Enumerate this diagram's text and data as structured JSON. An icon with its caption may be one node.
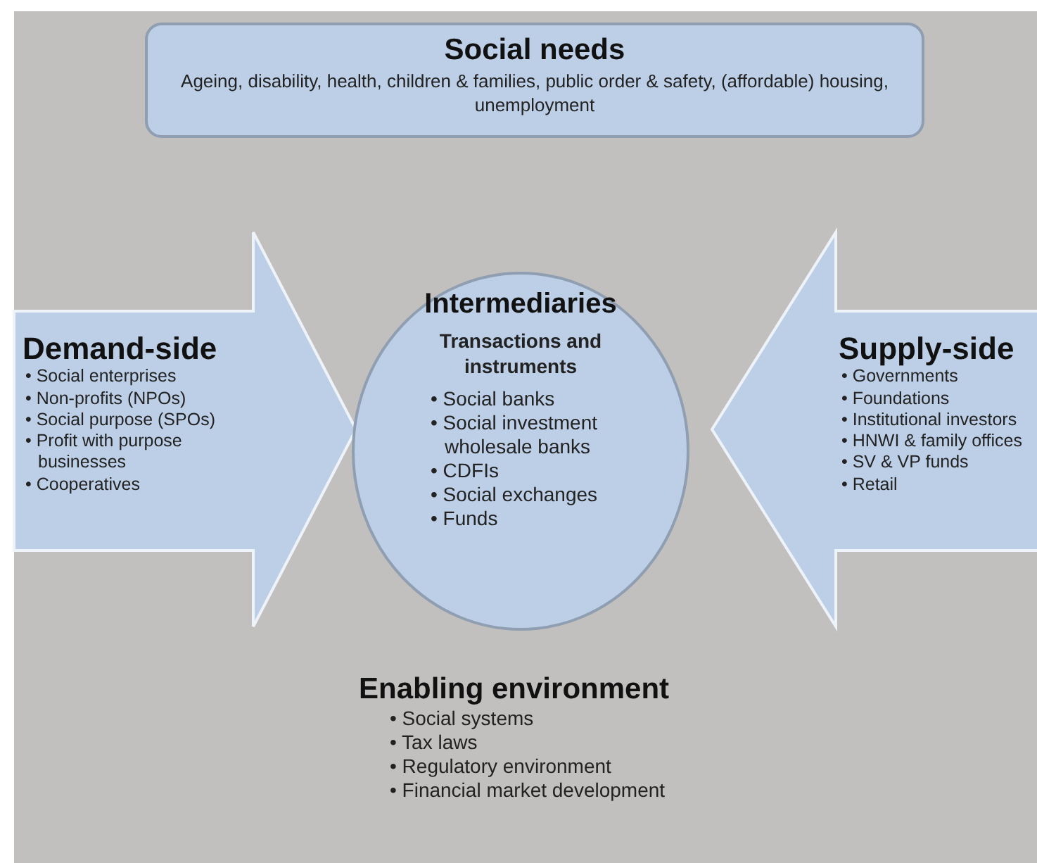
{
  "diagram": {
    "nodes": [
      {
        "text": [
          "Social needs",
          "Ageing, disability, health, children & families, public order & safety, (affordable) housing, unemployment"
        ]
      },
      {
        "text": [
          "Demand-side",
          "• Social enterprises",
          "• Non-profits (NPOs)",
          "• Social purpose (SPOs)",
          "• Profit with purpose businesses",
          "• Cooperatives"
        ]
      },
      {
        "text": [
          "Intermediaries",
          "Transactions and instruments",
          "• Social banks",
          "• Social investment wholesale banks",
          "• CDFIs",
          "• Social exchanges",
          "• Funds"
        ]
      },
      {
        "text": [
          "Supply-side",
          "• Governments",
          "• Foundations",
          "• Institutional investors",
          "• HNWI & family offices",
          "• SV & VP funds",
          "• Retail"
        ]
      }
    ],
    "labels": [
      "Enabling environment",
      "• Social systems",
      "• Tax laws",
      "• Regulatory environment",
      "• Financial market development"
    ]
  }
}
